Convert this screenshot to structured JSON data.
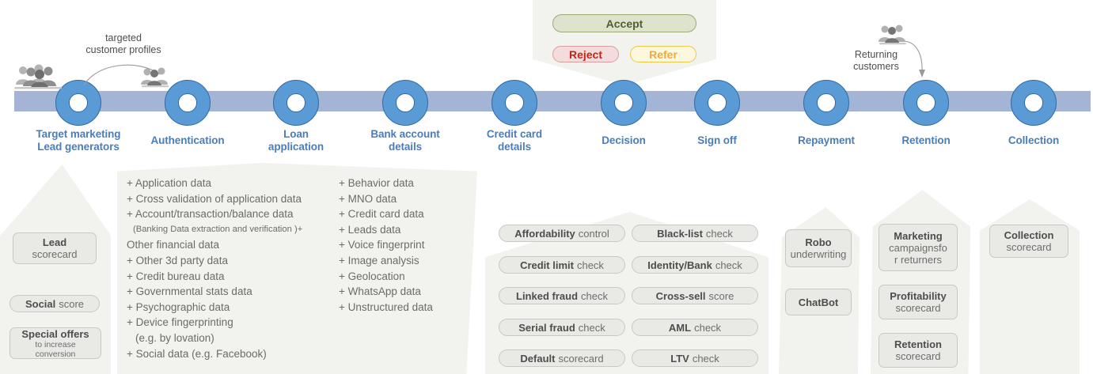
{
  "timeline": {
    "nodes": [
      {
        "id": "target-marketing",
        "label": "Target marketing\nLead generators"
      },
      {
        "id": "authentication",
        "label": "Authentication"
      },
      {
        "id": "loan-application",
        "label": "Loan\napplication"
      },
      {
        "id": "bank-account-details",
        "label": "Bank account\ndetails"
      },
      {
        "id": "credit-card-details",
        "label": "Credit card\ndetails"
      },
      {
        "id": "decision",
        "label": "Decision"
      },
      {
        "id": "sign-off",
        "label": "Sign off"
      },
      {
        "id": "repayment",
        "label": "Repayment"
      },
      {
        "id": "retention",
        "label": "Retention"
      },
      {
        "id": "collection",
        "label": "Collection"
      }
    ],
    "bar_color": "#a3b4d4",
    "node_fill": "#5b9bd5",
    "node_stroke": "#2f6aa8",
    "label_color": "#4a7ebb"
  },
  "annotations": {
    "targeted_profiles": "targeted\ncustomer profiles",
    "returning_customers": "Returning\ncustomers"
  },
  "decision_box": {
    "accept": "Accept",
    "reject": "Reject",
    "refer": "Refer",
    "accept_color": "#4f5e31",
    "reject_color": "#c0251c",
    "refer_color": "#f0a93c"
  },
  "lead_panel": {
    "chips": [
      {
        "bold": "Lead",
        "normal": "scorecard",
        "shape": "rect"
      },
      {
        "bold": "Social",
        "normal": "score",
        "shape": "pill",
        "inline": true
      },
      {
        "bold": "Special offers",
        "normal": "to increase conversion",
        "shape": "rect",
        "small_normal": true
      }
    ]
  },
  "data_panel": {
    "column_left": [
      "+ Application data",
      "+ Cross validation of application data",
      "+ Account/transaction/balance data",
      "(Banking Data extraction and verification )+",
      "Other financial data",
      "+ Other 3d party data",
      "+ Credit bureau data",
      "+ Governmental stats data",
      "+ Psychographic data",
      "+ Device fingerprinting",
      "(e.g. by lovation)",
      "+ Social data (e.g. Facebook)"
    ],
    "column_right": [
      "+ Behavior data",
      "+ MNO data",
      "+ Credit card data",
      "+ Leads data",
      "+ Voice fingerprint",
      "+ Image analysis",
      "+ Geolocation",
      "+ WhatsApp data",
      "+ Unstructured data"
    ]
  },
  "decision_panel": {
    "column_left": [
      {
        "bold": "Affordability",
        "normal": "control"
      },
      {
        "bold": "Credit limit",
        "normal": "check"
      },
      {
        "bold": "Linked fraud",
        "normal": "check"
      },
      {
        "bold": "Serial fraud",
        "normal": "check"
      },
      {
        "bold": "Default",
        "normal": "scorecard"
      }
    ],
    "column_right": [
      {
        "bold": "Black-list",
        "normal": "check"
      },
      {
        "bold": "Identity/Bank",
        "normal": "check"
      },
      {
        "bold": "Cross-sell",
        "normal": "score"
      },
      {
        "bold": "AML",
        "normal": "check"
      },
      {
        "bold": "LTV",
        "normal": "check"
      }
    ]
  },
  "signoff_panel": {
    "chips": [
      {
        "bold": "Robo",
        "normal": "underwriting"
      },
      {
        "bold": "ChatBot",
        "normal": ""
      }
    ]
  },
  "retention_panel": {
    "chips": [
      {
        "bold": "Marketing",
        "normal": "campaignsfo\nr returners"
      },
      {
        "bold": "Profitability",
        "normal": "scorecard"
      },
      {
        "bold": "Retention",
        "normal": "scorecard"
      }
    ]
  },
  "collection_panel": {
    "chips": [
      {
        "bold": "Collection",
        "normal": "scorecard"
      }
    ]
  }
}
